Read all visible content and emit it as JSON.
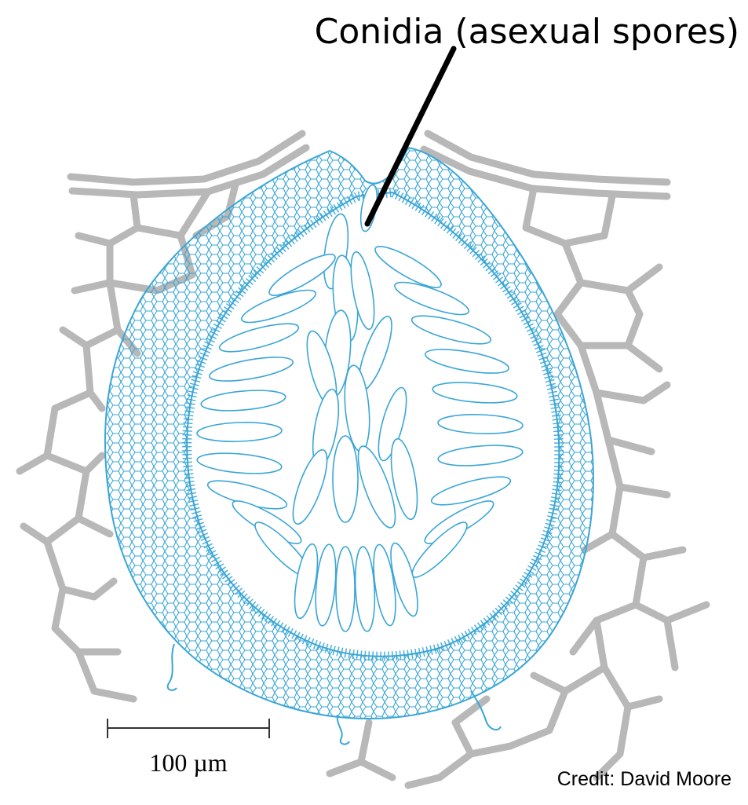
{
  "figure": {
    "label": "Conidia (asexual spores)",
    "scale_bar_label": "100 µm",
    "credit": "Credit: David Moore"
  },
  "colors": {
    "host_tissue": "#b8b8b8",
    "fungal_structure": "#3aa6d6",
    "pointer_line": "#000000",
    "background": "#ffffff"
  }
}
